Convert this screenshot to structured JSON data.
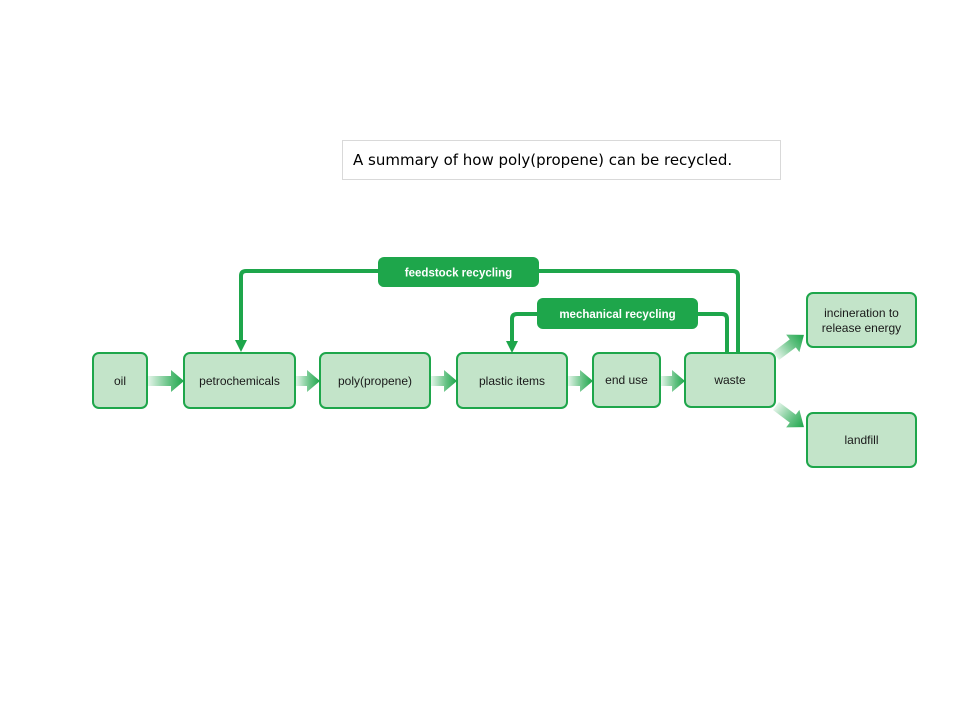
{
  "caption": "A summary of how poly(propene) can be recycled.",
  "nodes": {
    "oil": "oil",
    "petrochemicals": "petrochemicals",
    "polypropene": "poly(propene)",
    "plastic_items": "plastic items",
    "end_use": "end use",
    "waste": "waste",
    "incineration_line1": "incineration to",
    "incineration_line2": "release energy",
    "landfill": "landfill"
  },
  "loops": {
    "feedstock": "feedstock recycling",
    "mechanical": "mechanical recycling"
  },
  "colors": {
    "box_fill": "#c3e4c9",
    "box_stroke": "#1ea64b",
    "loop_green": "#1ea64b",
    "arrow_green": "#27b050"
  }
}
